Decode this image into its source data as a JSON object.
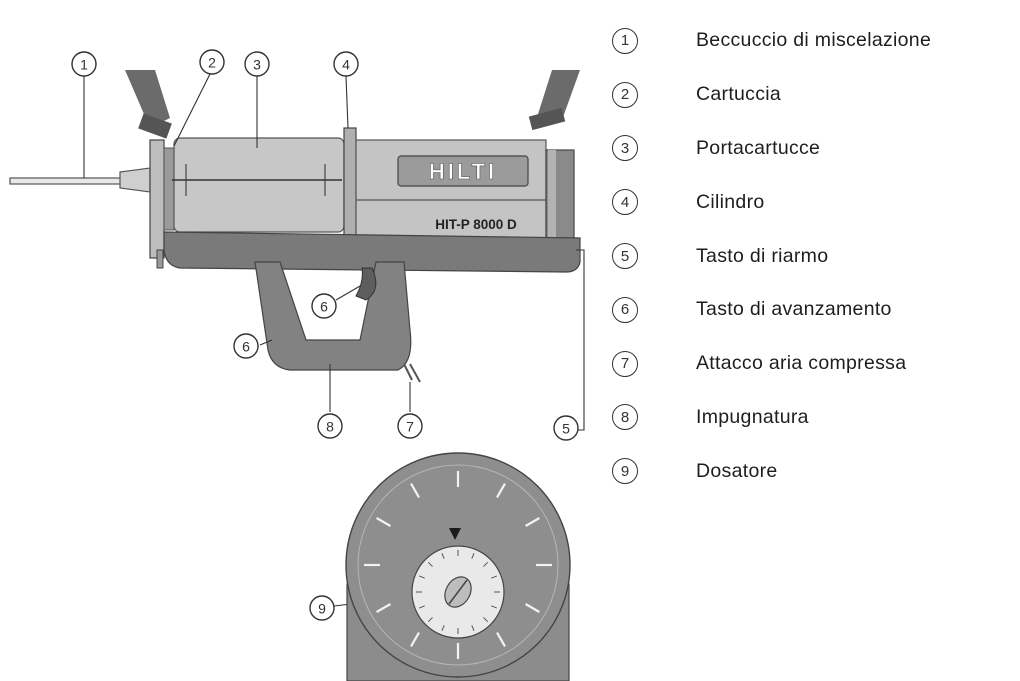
{
  "gun": {
    "brand": "HILTI",
    "model": "HIT-P 8000 D"
  },
  "callouts": [
    {
      "number": "1",
      "part": "Beccuccio di miscelazione"
    },
    {
      "number": "2",
      "part": "Cartuccia"
    },
    {
      "number": "3",
      "part": "Portacartucce"
    },
    {
      "number": "4",
      "part": "Cilindro"
    },
    {
      "number": "5",
      "part": "Tasto di riarmo"
    },
    {
      "number": "6",
      "part": "Tasto di avanzamento"
    },
    {
      "number": "7",
      "part": "Attacco aria compressa"
    },
    {
      "number": "8",
      "part": "Impugnatura"
    },
    {
      "number": "9",
      "part": "Dosatore"
    }
  ]
}
